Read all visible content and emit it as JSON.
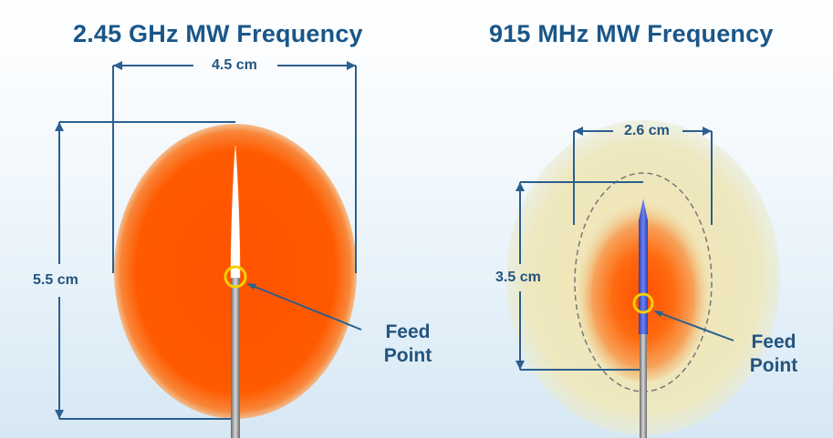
{
  "panels": {
    "left": {
      "title": "2.45 GHz MW Frequency",
      "width_label": "4.5 cm",
      "height_label": "5.5 cm",
      "feed_label": [
        "Feed",
        "Point"
      ]
    },
    "right": {
      "title": "915 MHz MW Frequency",
      "width_label": "2.6 cm",
      "height_label": "3.5 cm",
      "feed_label": [
        "Feed",
        "Point"
      ]
    }
  },
  "colors": {
    "title": "#1a5688",
    "dimension_lines": "#2b5f8e",
    "ablation_zone": "#ff5a00",
    "ablation_edge": "#f5a25a",
    "outer_zone": "#ede6bb",
    "antenna_left_tip": "#ffffff",
    "antenna_right_tip": "#4a5fd6",
    "feed_point_ring": "#f5d000",
    "shaft": "#8d8d8d"
  }
}
